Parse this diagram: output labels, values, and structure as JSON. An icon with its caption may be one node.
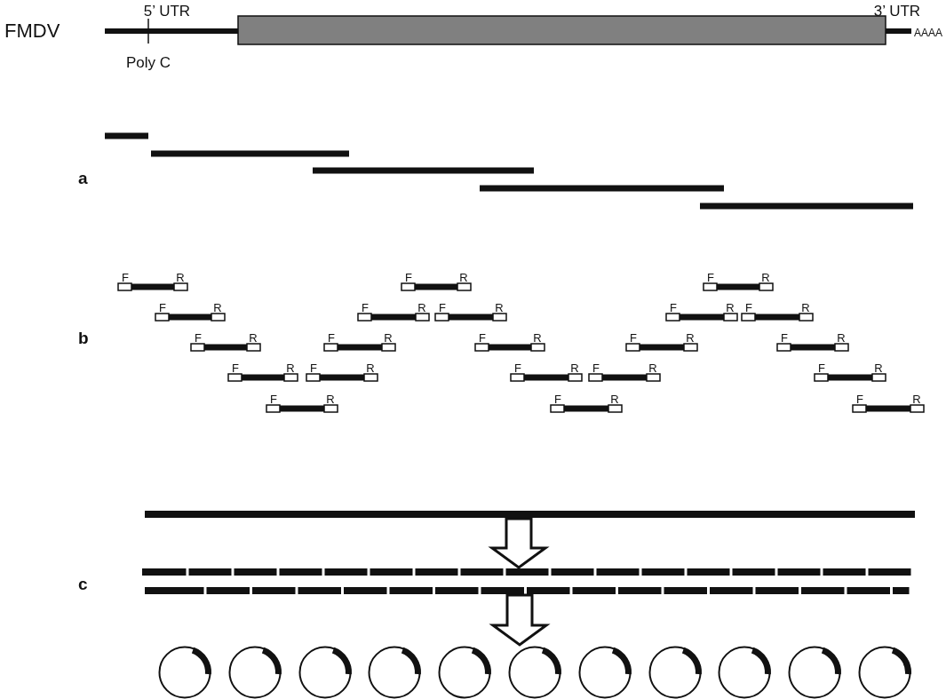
{
  "diagram": {
    "nodes": [
      {
        "text": [],
        "shape": "bar"
      },
      {
        "text": [],
        "shape": "bar"
      },
      {
        "text": [],
        "shape": "bar"
      },
      {
        "text": [],
        "shape": "circle"
      },
      {
        "text": [],
        "shape": "circle"
      },
      {
        "text": [],
        "shape": "circle"
      },
      {
        "text": [],
        "shape": "circle"
      },
      {
        "text": [],
        "shape": "circle"
      },
      {
        "text": [],
        "shape": "circle"
      },
      {
        "text": [],
        "shape": "circle"
      },
      {
        "text": [],
        "shape": "circle"
      },
      {
        "text": [],
        "shape": "circle"
      },
      {
        "text": [],
        "shape": "circle"
      },
      {
        "text": [],
        "shape": "circle"
      }
    ],
    "edges": [
      {
        "from": 0,
        "to": 1,
        "arrow": "to"
      },
      {
        "from": 2,
        "to": 8,
        "arrow": "to"
      }
    ],
    "labels": [
      "5’ UTR",
      "3’ UTR",
      "FMDV",
      "Poly C",
      "AAAA",
      "a",
      "b",
      "F",
      "R",
      "F",
      "R",
      "F",
      "R",
      "F",
      "R",
      "F",
      "R",
      "F",
      "R",
      "F",
      "R",
      "F",
      "R",
      "F",
      "R",
      "F",
      "R",
      "F",
      "R",
      "F",
      "R",
      "F",
      "R",
      "F",
      "R",
      "F",
      "R",
      "F",
      "R",
      "F",
      "R",
      "F",
      "R",
      "F",
      "R",
      "F",
      "R",
      "F",
      "R",
      "c"
    ]
  }
}
